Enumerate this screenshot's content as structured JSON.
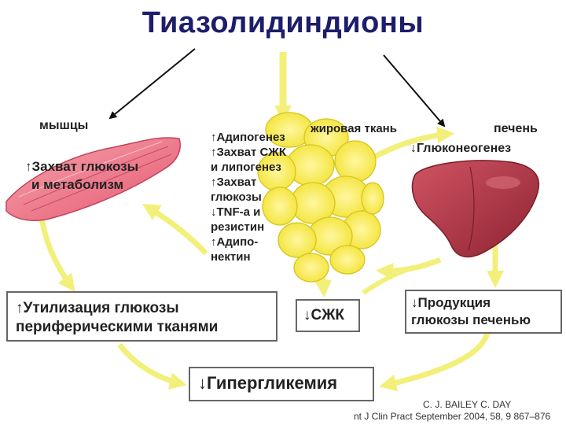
{
  "title": "Тиазолидиндионы",
  "organs": {
    "muscle": {
      "name": "мышцы",
      "effect_line1": "↑Захват глюкозы",
      "effect_line2": "и метаболизм"
    },
    "fat": {
      "name": "жировая ткань",
      "effects": [
        "↑Адипогенез",
        "↑Захват СЖК",
        "и липогенез",
        "↑Захват",
        "глюкозы",
        "↓TNF-a и",
        "резистин",
        "↑Адипо-",
        "нектин"
      ]
    },
    "liver": {
      "name": "печень",
      "effect": "↓Глюконеогенез"
    }
  },
  "outcomes": {
    "peripheral_line1": "↑Утилизация глюкозы",
    "peripheral_line2": "периферическими тканями",
    "ffa": "↓СЖК",
    "liver_line1": "↓Продукция",
    "liver_line2": "глюкозы печенью",
    "final": "↓Гипергликемия"
  },
  "citation": {
    "line1": "C. J. BAILEY  C. DAY",
    "line2": "nt J Clin Pract  September 2004, 58, 9  867–876"
  },
  "colors": {
    "title": "#1d1d6b",
    "arrow_yellow": "#f2f07a",
    "muscle": "#ee7b8e",
    "fat": "#f7ec3c",
    "liver": "#b53a48"
  }
}
